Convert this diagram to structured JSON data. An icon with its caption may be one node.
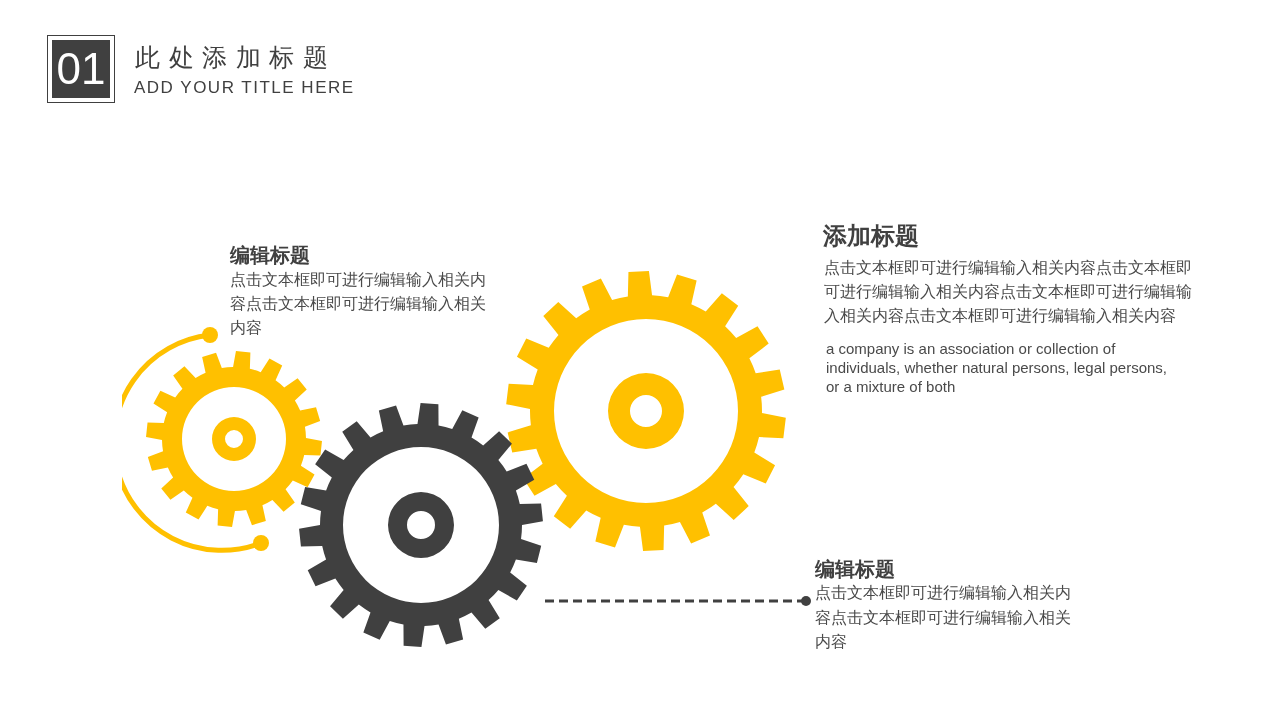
{
  "diagram": {
    "title": "此处添加标题",
    "nodes": [
      {
        "text": [
          "01"
        ]
      },
      {
        "text": [],
        "shape": "gear"
      },
      {
        "text": [
          "编辑标题",
          "点击文本框即可进行编辑输入相关内容点击文本框即可进行编辑输入相关内容"
        ]
      }
    ],
    "edges": [
      {
        "from": 2,
        "to": 1,
        "arrow": "other",
        "style": "dashed"
      }
    ],
    "labels": [
      "ADD YOUR TITLE HERE",
      "编辑标题",
      "点击文本框即可进行编辑输入相关内容点击文本框即可进行编辑输入相关内容",
      "添加标题",
      "点击文本框即可进行编辑输入相关内容点击文本框即可进行编辑输入相关内容点击文本框即可进行编辑输入相关内容点击文本框即可进行编辑输入相关内容",
      "a company is an association or collection of individuals, whether natural persons, legal persons, or a mixture of both"
    ]
  }
}
